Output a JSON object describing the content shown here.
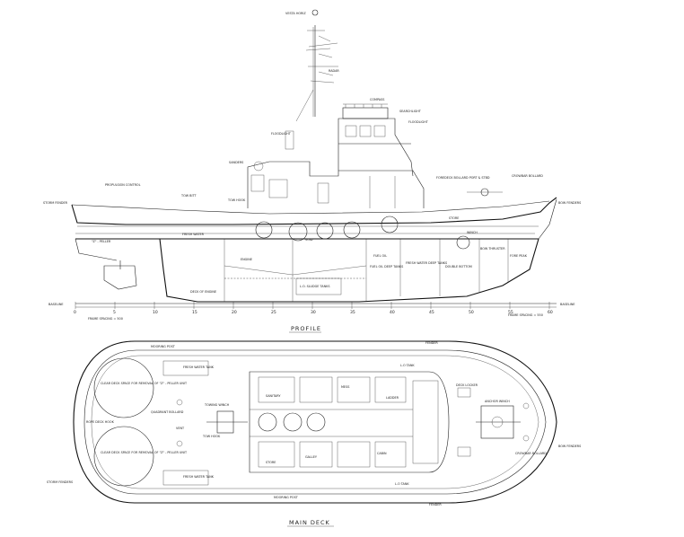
{
  "titles": {
    "profile": "PROFILE",
    "main_deck": "MAIN DECK"
  },
  "scale_labels": {
    "baseline_left": "BASELINE",
    "baseline_right": "BASELINE",
    "frame_spacing_left": "FRAME SPACING = 500",
    "frame_spacing_right": "FRAME SPACING = 550",
    "ticks": [
      "0",
      "5",
      "10",
      "15",
      "20",
      "25",
      "30",
      "35",
      "40",
      "45",
      "50",
      "55",
      "60"
    ]
  },
  "profile_labels": {
    "mast_top": "VESTA HORIZ",
    "radar": "RADAR",
    "compass": "COMPASS",
    "searchlight": "SEARCHLIGHT",
    "floodlight_top": "FLOODLIGHT",
    "floodlight_mid": "FLOODLIGHT",
    "sanders": "SANDERS",
    "propulsion_control": "PROPULSION CONTROL",
    "tow_bitt": "TOW BITT",
    "tow_hook": "TOW HOOK",
    "storm_fender": "STORM FENDER",
    "foredeck_bollard": "FOREDECK BOLLARD PORT & STBD",
    "crowbar_bollard": "CROWBAR BOLLARD",
    "bow_fenders": "BOW FENDERS",
    "z_peller": "\"Z\" - PELLER",
    "fresh_water_left": "FRESH WATER",
    "engine": "ENGINE",
    "void": "VOID",
    "oil_tanks": "FUEL OIL",
    "fuel_oil": "FUEL OIL DEEP TANKS",
    "fresh_water_right": "FRESH WATER DEEP TANKS",
    "winch": "WINCH",
    "bow_thruster": "BOW THRUSTER",
    "store": "STORE",
    "fore_peak": "FORE PEAK",
    "double_bottom": "DOUBLE BOTTOM",
    "lo_sludge": "L.O. SLUDGE TANKS",
    "deck_of_engine": "DECK OF ENGINE"
  },
  "deck_labels": {
    "fender_top": "FENDER",
    "fender_bottom": "FENDER",
    "mooring_post_top": "MOORING POST",
    "mooring_post_bottom": "MOORING POST",
    "clear_deck_top": "CLEAR DECK SPACE FOR REMOVAL OF \"Z\" - PELLER UNIT",
    "clear_deck_bottom": "CLEAR DECK SPACE FOR REMOVAL OF \"Z\" - PELLER UNIT",
    "quadrant_bollard": "QUADRANT BOLLARD",
    "rope_deck_hook": "ROPE DECK HOOK",
    "storm_fenders": "STORM FENDERS",
    "fresh_water_tank_top": "FRESH WATER TANK",
    "fresh_water_tank_bottom": "FRESH WATER TANK",
    "tow_hook": "TOW HOOK",
    "towing_winch": "TOWING WINCH",
    "galley": "GALLEY",
    "mess": "MESS",
    "cabin": "CABIN",
    "store": "STORE",
    "lo_tank_top": "L.O TANK",
    "lo_tank_bottom": "L.O TANK",
    "deck_locker": "DECK LOCKER",
    "anchor_winch": "ANCHOR WINCH",
    "crowbar_bollard": "CROWBAR BOLLARD",
    "bow_fenders": "BOW FENDERS",
    "sanitary": "SANITARY",
    "ladder": "LADDER",
    "vent": "VENT"
  }
}
